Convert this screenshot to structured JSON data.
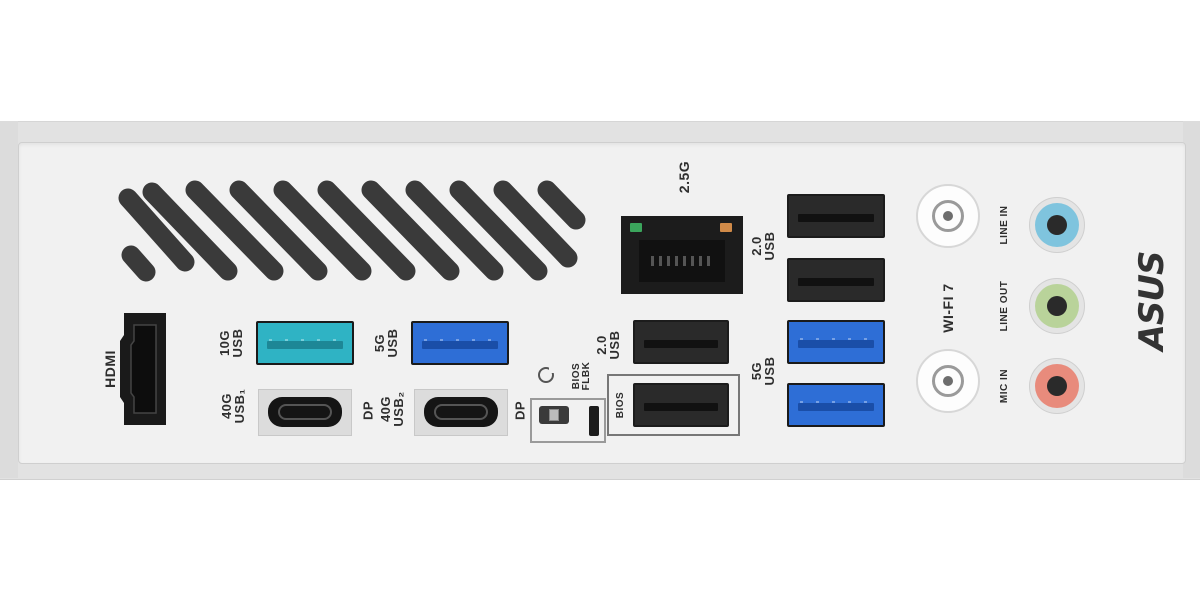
{
  "brand": "ASUS",
  "labels": {
    "hdmi": "HDMI",
    "usb_10g": [
      "10G",
      "USB"
    ],
    "usb_5g_left": [
      "5G",
      "USB"
    ],
    "usb_40g_1": [
      "40G",
      "USB₁"
    ],
    "dp_1": "DP",
    "usb_40g_2": [
      "40G",
      "USB₂"
    ],
    "dp_2": "DP",
    "bios_flbk": [
      "BIOS",
      "FLBK"
    ],
    "usb_20_mid": [
      "2.0",
      "USB"
    ],
    "bios": "BIOS",
    "lan": "2.5G",
    "usb_20_right": [
      "2.0",
      "USB"
    ],
    "usb_5g_right": [
      "5G",
      "USB"
    ],
    "wifi": "WI-FI 7",
    "line_in": "LINE IN",
    "line_out": "LINE OUT",
    "mic_in": "MIC IN"
  },
  "colors": {
    "usb_10g": "#2fb3c4",
    "usb_5g": "#2e6ed6",
    "line_in": "#7fc4de",
    "line_out": "#b9d39a",
    "mic_in": "#e88b7c",
    "lan_led_left": "#3ba55c",
    "lan_led_right": "#d08a48"
  },
  "icons": [
    "bios-flashback-icon",
    "wifi-antenna-connector-icon",
    "audio-jack-icon"
  ]
}
